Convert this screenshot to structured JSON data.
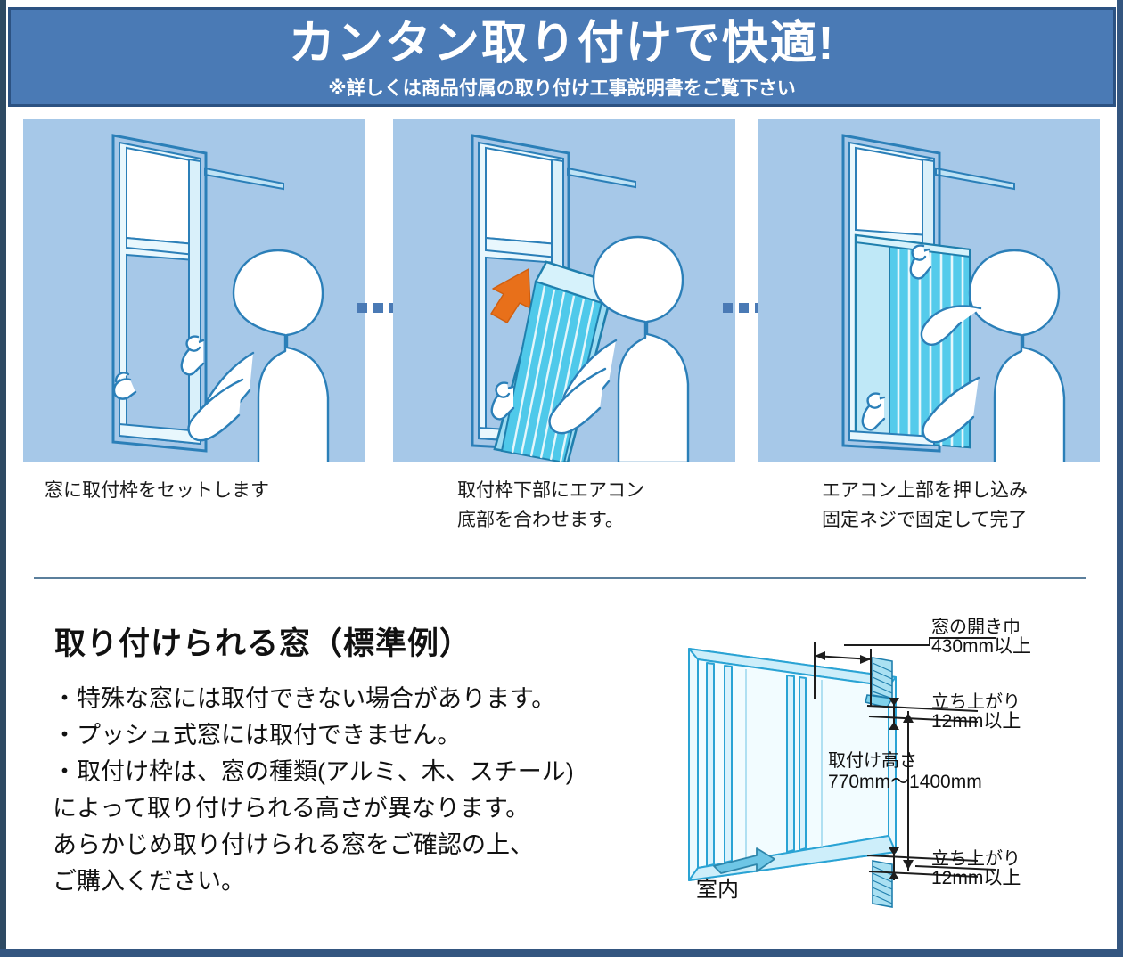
{
  "header": {
    "title": "カンタン取り付けで快適!",
    "subtitle": "※詳しくは商品付属の取り付け工事説明書をご覧下さい",
    "band_color": "#4a7ab5",
    "border_color": "#2c5282",
    "text_color": "#ffffff"
  },
  "steps": [
    {
      "caption": "窓に取付枠をセットします",
      "panel_bg": "#a6c8e8",
      "illustration": "person-setting-window-frame"
    },
    {
      "caption": "取付枠下部にエアコン\n底部を合わせます。",
      "panel_bg": "#a6c8e8",
      "illustration": "person-tilting-aircon-into-frame",
      "arrow_color": "#e8701a"
    },
    {
      "caption": "エアコン上部を押し込み\n固定ネジで固定して完了",
      "panel_bg": "#a6c8e8",
      "illustration": "person-pushing-aircon-upright"
    }
  ],
  "connectors": {
    "color": "#4a7ab5",
    "shape": "dotted-chevron-right"
  },
  "lower": {
    "heading": "取り付けられる窓（標準例）",
    "bullets": [
      "・特殊な窓には取付できない場合があります。",
      "・プッシュ式窓には取付できません。",
      "・取付け枠は、窓の種類(アルミ、木、スチール)",
      "によって取り付けられる高さが異なります。",
      "あらかじめ取り付けられる窓をご確認の上、",
      "ご購入ください。"
    ]
  },
  "diagram": {
    "labels": {
      "opening_width_title": "窓の開き巾",
      "opening_width_value": "430mm以上",
      "rise_top_title": "立ち上がり",
      "rise_top_value": "12mm以上",
      "mount_height_title": "取付け高さ",
      "mount_height_value": "770mm〜1400mm",
      "rise_bottom_title": "立ち上がり",
      "rise_bottom_value": "12mm以上",
      "indoor": "室内"
    },
    "frame_color": "#2aa3d4",
    "line_color": "#222222"
  }
}
